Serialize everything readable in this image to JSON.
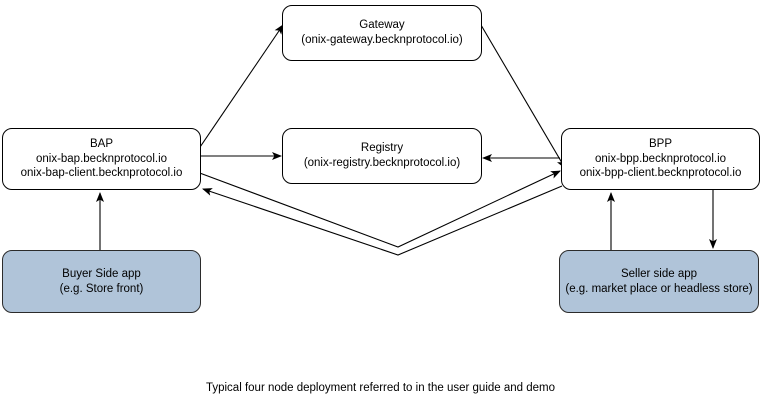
{
  "diagram": {
    "caption": "Typical four node deployment referred to in the user guide and demo",
    "colors": {
      "node_fill": "#ffffff",
      "app_fill": "#b0c4d9",
      "stroke": "#000000",
      "background": "#ffffff"
    },
    "nodes": [
      {
        "id": "gateway",
        "title": "Gateway",
        "subtitle": "(onix-gateway.becknprotocol.io)",
        "filled": false
      },
      {
        "id": "bap",
        "title": "BAP",
        "subtitle": "onix-bap.becknprotocol.io",
        "subtitle2": "onix-bap-client.becknprotocol.io",
        "filled": false
      },
      {
        "id": "registry",
        "title": "Registry",
        "subtitle": "(onix-registry.becknprotocol.io)",
        "filled": false
      },
      {
        "id": "bpp",
        "title": "BPP",
        "subtitle": "onix-bpp.becknprotocol.io",
        "subtitle2": "onix-bpp-client.becknprotocol.io",
        "filled": false
      },
      {
        "id": "buyer-app",
        "title": "Buyer Side app",
        "subtitle": "(e.g. Store front)",
        "filled": true
      },
      {
        "id": "seller-app",
        "title": "Seller side app",
        "subtitle": "(e.g. market place or headless store)",
        "filled": true
      }
    ],
    "edges": [
      {
        "id": "bap-to-gateway",
        "from": "bap",
        "to": "gateway",
        "label": ""
      },
      {
        "id": "gateway-to-bpp",
        "from": "gateway",
        "to": "bpp",
        "label": ""
      },
      {
        "id": "bap-to-registry",
        "from": "bap",
        "to": "registry",
        "label": ""
      },
      {
        "id": "bpp-to-registry",
        "from": "bpp",
        "to": "registry",
        "label": ""
      },
      {
        "id": "bap-to-bpp",
        "from": "bap",
        "to": "bpp",
        "label": ""
      },
      {
        "id": "bpp-to-bap",
        "from": "bpp",
        "to": "bap",
        "label": ""
      },
      {
        "id": "buyer-app-to-bap",
        "from": "buyer-app",
        "to": "bap",
        "label": ""
      },
      {
        "id": "seller-app-to-bpp",
        "from": "seller-app",
        "to": "bpp",
        "label": ""
      },
      {
        "id": "bpp-to-seller-app",
        "from": "bpp",
        "to": "seller-app",
        "label": ""
      }
    ]
  }
}
